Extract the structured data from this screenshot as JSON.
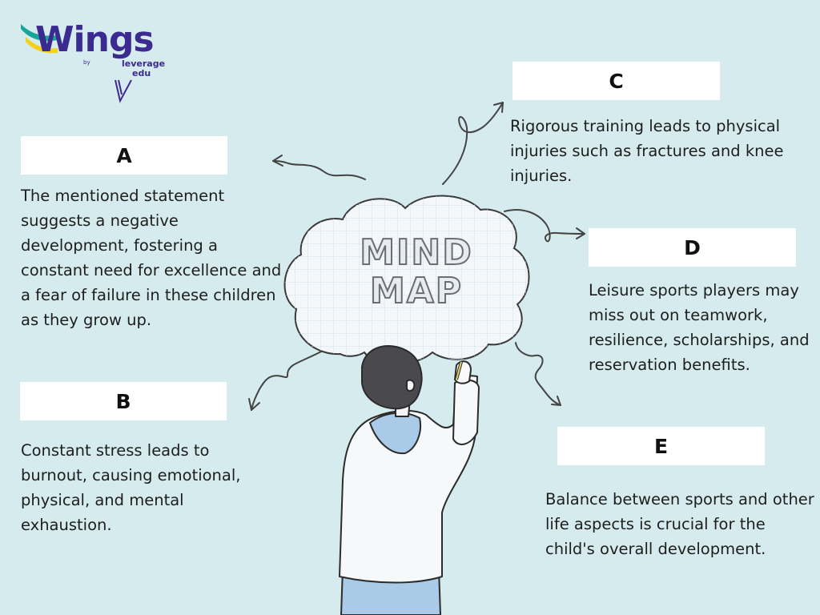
{
  "logo": {
    "brand": "Wings",
    "by": "by",
    "partner_line1": "leverage",
    "partner_line2": "edu"
  },
  "center": {
    "line1": "MIND",
    "line2": "MAP"
  },
  "nodes": [
    {
      "label": "A",
      "text": "The mentioned statement suggests a negative development, fostering a constant need for excellence and a fear of failure in these children as they grow up."
    },
    {
      "label": "B",
      "text": "Constant stress leads to burnout, causing emotional, physical, and mental exhaustion."
    },
    {
      "label": "C",
      "text": "Rigorous training leads to physical injuries such as fractures and knee injuries."
    },
    {
      "label": "D",
      "text": "Leisure sports players may miss out on teamwork, resilience, scholarships, and reservation benefits."
    },
    {
      "label": "E",
      "text": "Balance between sports and other life aspects is crucial for the child's overall development."
    }
  ],
  "colors": {
    "background": "#d5ebed",
    "brand_purple": "#3b2a8f",
    "brand_teal": "#1aa39a",
    "brand_yellow": "#f2d21b",
    "hoodie_blue": "#a9cbe8"
  }
}
